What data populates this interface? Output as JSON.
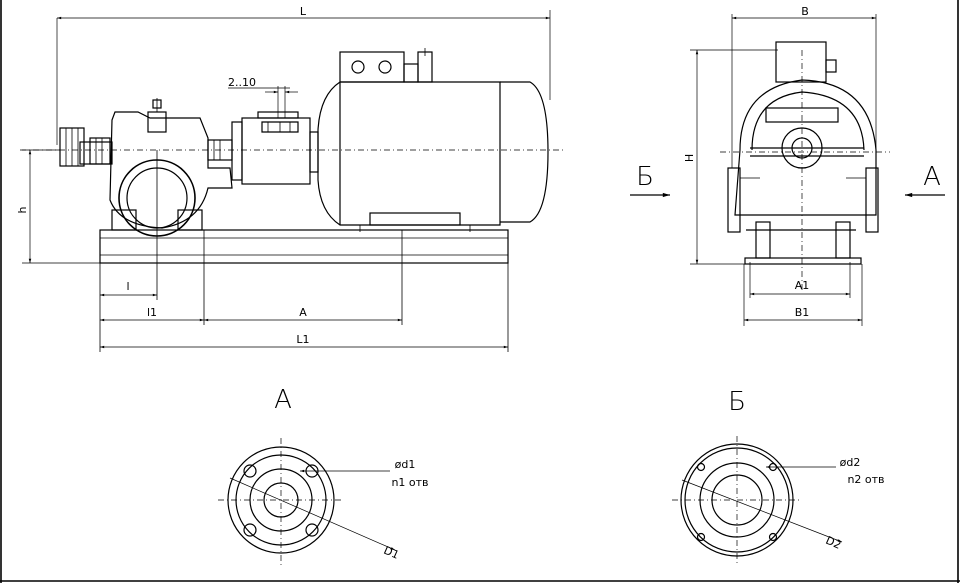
{
  "dimensions": {
    "L": "L",
    "L1": "L1",
    "l": "l",
    "l1": "l1",
    "A_dim": "A",
    "h": "h",
    "gap": "2..10",
    "B": "B",
    "B1": "B1",
    "A1": "A1",
    "H": "H"
  },
  "views": {
    "view_a_arrow": "A",
    "view_b_arrow": "Б",
    "view_a_title": "A",
    "view_b_title": "Б"
  },
  "flange_a": {
    "hole_dia": "ød1",
    "hole_count": "n1  отв",
    "bolt_circle": "D1"
  },
  "flange_b": {
    "hole_dia": "ød2",
    "hole_count": "n2  отв",
    "bolt_circle": "D2"
  }
}
